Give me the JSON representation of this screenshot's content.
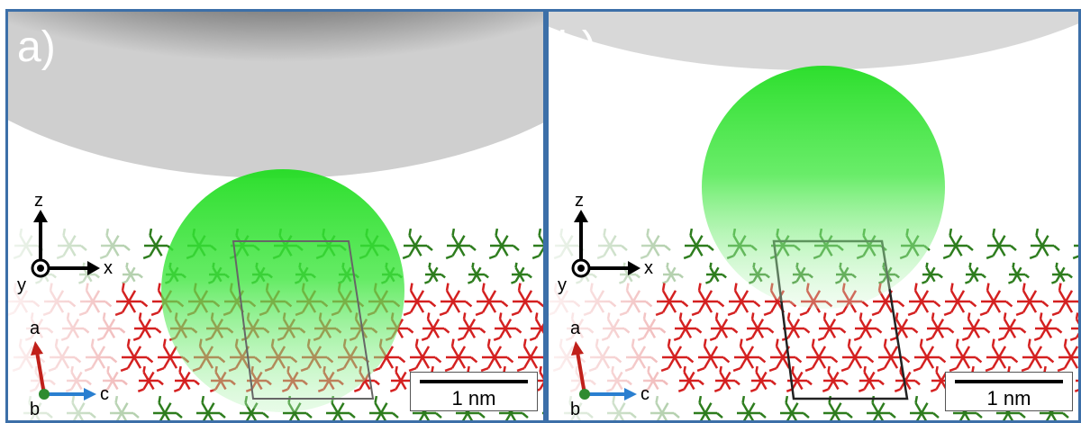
{
  "panels": [
    {
      "label": "a)",
      "scale_label": "1 nm",
      "axes_xyz": {
        "z": "z",
        "x": "x",
        "y": "y"
      },
      "axes_lattice": {
        "a": "a",
        "b": "b",
        "c": "c"
      }
    },
    {
      "label": "b)",
      "scale_label": "1 nm",
      "axes_xyz": {
        "z": "z",
        "x": "x",
        "y": "y"
      },
      "axes_lattice": {
        "a": "a",
        "b": "b",
        "c": "c"
      }
    }
  ],
  "colors": {
    "border": "#3c6fa8",
    "molecule_red": "#d42020",
    "molecule_green": "#2e7d1e",
    "probe_green": "#33ee33",
    "tip_gray": "#555555",
    "axis_red": "#c0201a",
    "axis_blue": "#2a7fd0",
    "axis_green": "#2e8b30"
  }
}
